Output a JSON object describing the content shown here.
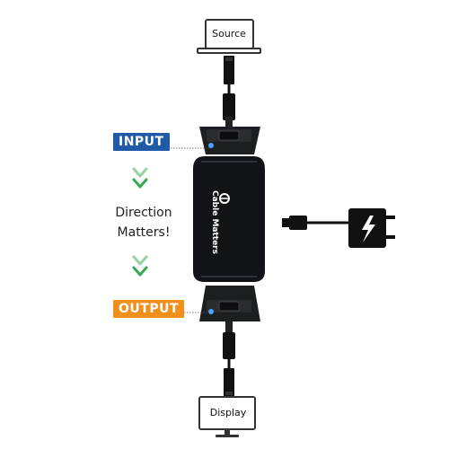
{
  "source_label": "Source",
  "display_label": "Display",
  "input_tag": "INPUT",
  "output_tag": "OUTPUT",
  "direction_line1": "Direction",
  "direction_line2": "Matters!",
  "brand_name": "Cable Matters",
  "colors": {
    "input_tag": "#1f5aa6",
    "output_tag": "#f0901a",
    "chevron": "#34a853",
    "device_body": "#121317",
    "device_accent": "#52565c",
    "cable": "#1a1a1a",
    "port_led": "#4aa3ff"
  },
  "icons": {
    "laptop": "laptop-icon",
    "monitor": "monitor-icon",
    "power_adapter": "power-adapter-icon",
    "lightning": "lightning-icon",
    "chevrons": "chevron-down-icon"
  }
}
